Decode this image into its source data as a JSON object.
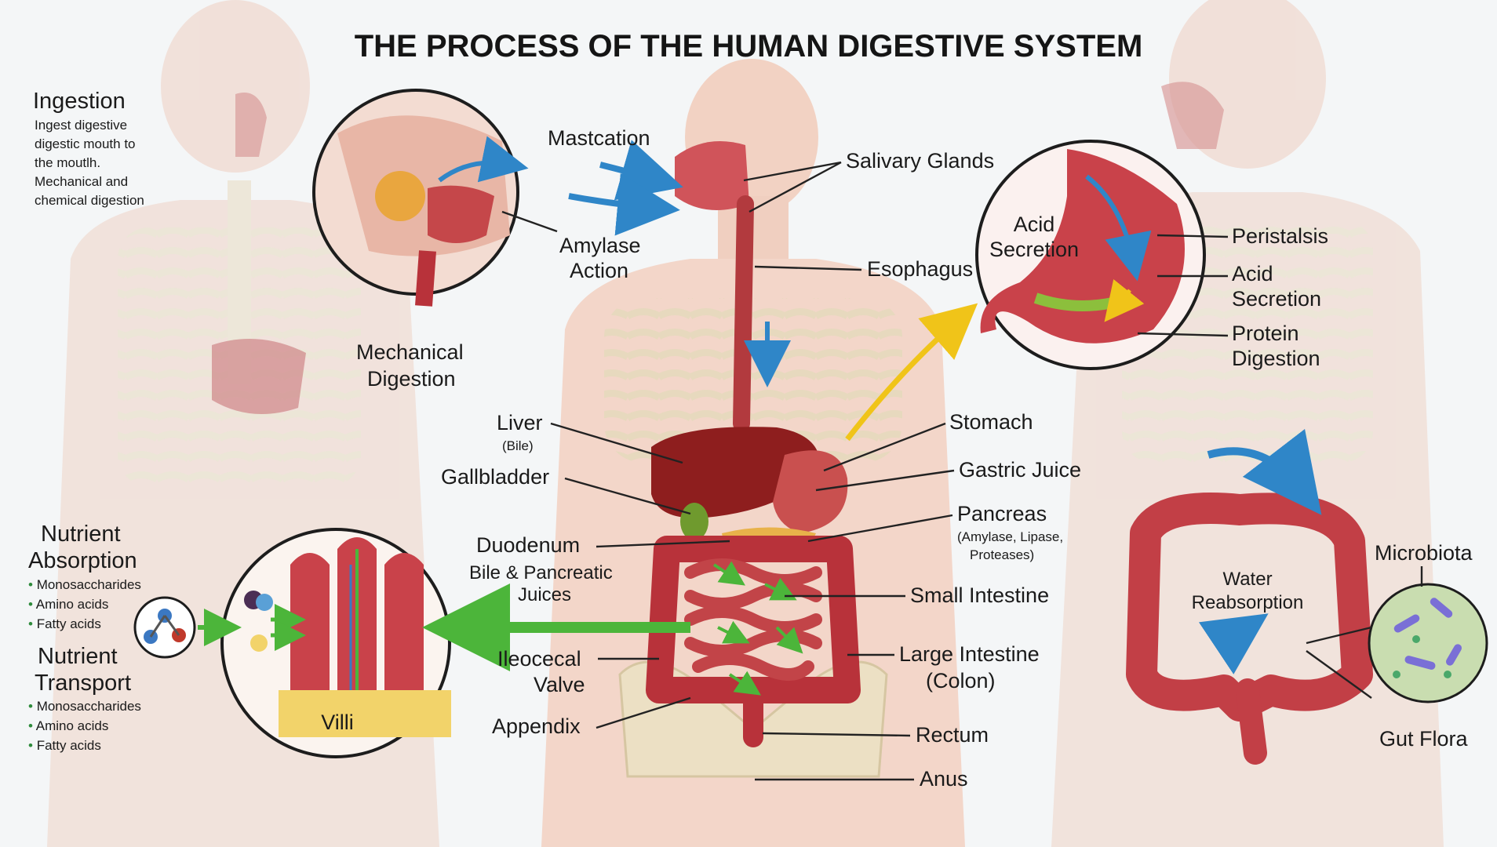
{
  "title": "THE PROCESS OF THE HUMAN DIGESTIVE SYSTEM",
  "colors": {
    "background": "#f4f6f7",
    "skin": "#f1d3c6",
    "organ_red": "#b8323a",
    "liver": "#8e1e1e",
    "bone": "#efe6cf",
    "arrow_blue": "#2f86c8",
    "arrow_green": "#4cb53a",
    "arrow_yellow": "#f0c419",
    "microbiota": "#7a6fd6"
  },
  "left_panel": {
    "ingestion": {
      "heading": "Ingestion",
      "lines": [
        "Ingest digestive",
        "digestic mouth to",
        "the moutlh.",
        "Mechanical and",
        "chemical digestion"
      ]
    },
    "nutrient_absorption": {
      "heading_lines": [
        "Nutrient",
        "Absorption"
      ],
      "items": [
        "Monosaccharides",
        "Amino acids",
        "Fatty acids"
      ]
    },
    "nutrient_transport": {
      "heading_lines": [
        "Nutrient",
        "Transport"
      ],
      "items": [
        "Monosaccharides",
        "Amino acids",
        "Fatty acids"
      ]
    },
    "villi_label": "Villi"
  },
  "mouth_inset": {
    "mastication": "Mastcation",
    "amylase": [
      "Amylase",
      "Action"
    ],
    "mechanical": [
      "Mechanical",
      "Digestion"
    ]
  },
  "center_labels": {
    "salivary_glands": "Salivary Glands",
    "esophagus": "Esophagus",
    "liver": "Liver",
    "liver_sub": "(Bile)",
    "gallbladder": "Gallbladder",
    "duodenum": "Duodenum",
    "bile_juices": [
      "Bile & Pancreatic",
      "Juices"
    ],
    "ileocecal": [
      "Ileocecal",
      "Valve"
    ],
    "appendix": "Appendix",
    "stomach": "Stomach",
    "gastric_juice": "Gastric Juice",
    "pancreas": "Pancreas",
    "pancreas_sub": [
      "(Amylase, Lipase,",
      "Proteases)"
    ],
    "small_intestine": "Small Intestine",
    "large_intestine": [
      "Large Intestine",
      "(Colon)"
    ],
    "rectum": "Rectum",
    "anus": "Anus"
  },
  "stomach_inset": {
    "acid_secretion_inner": [
      "Acid",
      "Secretion"
    ],
    "peristalsis": "Peristalsis",
    "acid_secretion": [
      "Acid",
      "Secretion"
    ],
    "protein_digestion": [
      "Protein",
      "Digestion"
    ]
  },
  "right_panel": {
    "water_reabsorption": [
      "Water",
      "Reabsorption"
    ],
    "microbiota": "Microbiota",
    "gut_flora": "Gut Flora"
  }
}
